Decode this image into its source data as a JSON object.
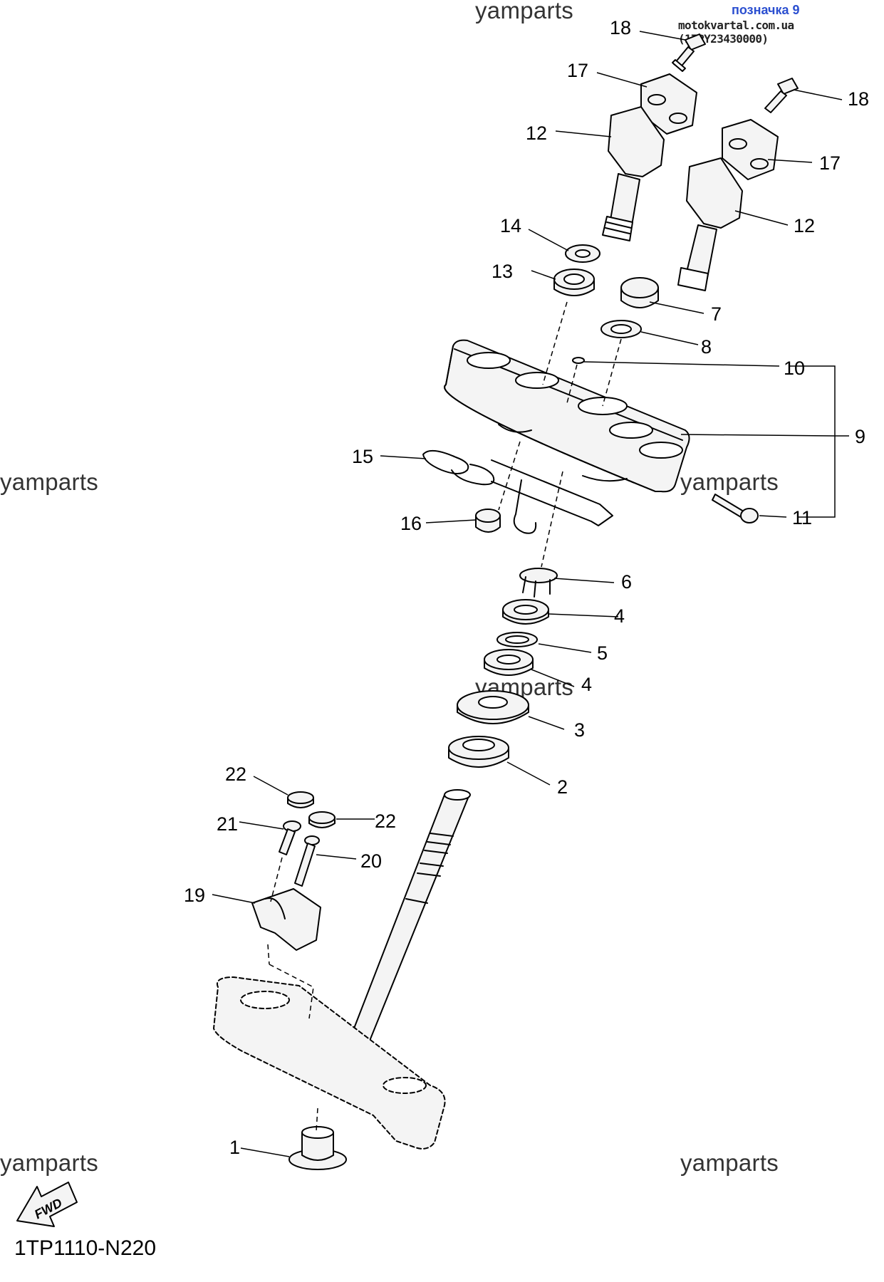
{
  "watermarks": {
    "top": "yamparts",
    "left_mid": "yamparts",
    "right_mid": "yamparts",
    "center": "yamparts",
    "bottom_left": "yamparts",
    "bottom_right": "yamparts"
  },
  "badge": "позначка 9",
  "source": "motokvartal.com.ua (1TPY23430000)",
  "diagram_code": "1TP1110-N220",
  "fwd_label": "FWD",
  "callouts": {
    "c1": "1",
    "c2": "2",
    "c3": "3",
    "c4a": "4",
    "c4b": "4",
    "c5": "5",
    "c6": "6",
    "c7": "7",
    "c8": "8",
    "c9": "9",
    "c10": "10",
    "c11": "11",
    "c12a": "12",
    "c12b": "12",
    "c13": "13",
    "c14": "14",
    "c15": "15",
    "c16": "16",
    "c17a": "17",
    "c17b": "17",
    "c18a": "18",
    "c18b": "18",
    "c19": "19",
    "c20": "20",
    "c21": "21",
    "c22a": "22",
    "c22b": "22"
  },
  "colors": {
    "line": "#000000",
    "part_fill": "#f4f4f4",
    "badge": "#2b4fd0"
  }
}
